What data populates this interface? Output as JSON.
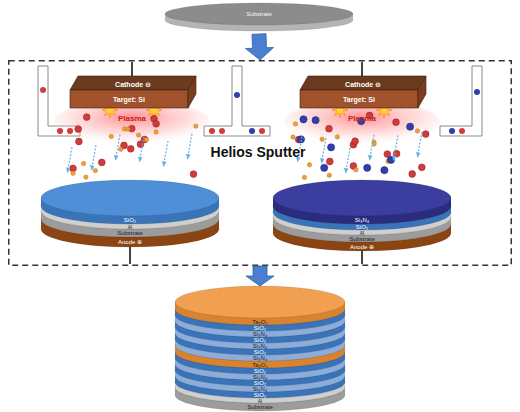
{
  "diagram": {
    "nodes": [
      {
        "text": [
          "Substrate"
        ]
      },
      {
        "text": [
          "Helios Sputter"
        ]
      },
      {
        "text": [
          "Cathode ⊖",
          "Target: Si"
        ],
        "in": 1
      },
      {
        "text": [
          "SiO₂",
          "Al",
          "Substrate",
          "Anode ⊕"
        ],
        "in": 1
      },
      {
        "text": [
          "Cathode ⊖",
          "Target: Si"
        ],
        "in": 1
      },
      {
        "text": [
          "Si₃N₄",
          "SiO₂",
          "Al",
          "Substrate",
          "Anode ⊕"
        ],
        "in": 1
      },
      {
        "text": [
          "Ta₂O₅",
          "SiO₂",
          "Si₃N₄",
          "SiO₂",
          "Si₃N₄",
          "SiO₂",
          "Si₃N₄",
          "Ta₂O₅",
          "SiO₂",
          "Si₃N₄",
          "SiO₂",
          "Si₃N₄",
          "SiO₂",
          "Al",
          "Substrate"
        ]
      }
    ],
    "edges": [
      {
        "from": 0,
        "to": 1,
        "arrow": "to"
      },
      {
        "from": 1,
        "to": 6,
        "arrow": "to"
      }
    ],
    "labels": [
      "Plasma",
      "Plasma"
    ]
  }
}
